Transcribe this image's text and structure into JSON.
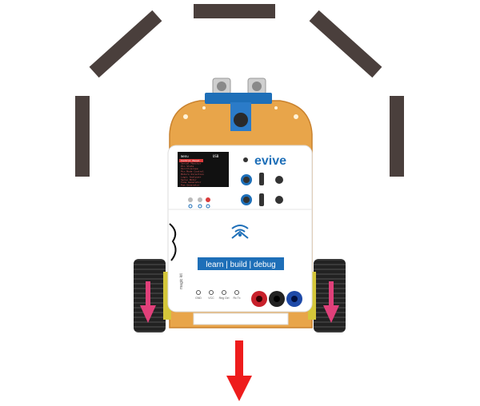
{
  "robot": {
    "brand": "evive",
    "tagline": [
      "learn",
      "build",
      "debug"
    ],
    "side_label": "magic kit",
    "screen": {
      "header_left": "menu",
      "header_right": "USB",
      "lines": [
        "Control Panel",
        "Serial Monitor",
        "Pin State",
        "Oscilloscope",
        "Pin Mode Control",
        "Motors Direction",
        "Logic Analyzer",
        "Servo Motor",
        "Tone Generator",
        "Pwm Generator"
      ]
    },
    "port_labels": [
      "GND",
      "VCC",
      "Reg Ctrl",
      "Rx Tx"
    ]
  },
  "colors": {
    "wall": "#4a3f3c",
    "chassis": "#e8a54a",
    "body": "#ffffff",
    "brand_blue": "#1e6fb8",
    "wheel_arrow": "#e0407a",
    "direction_arrow": "#ee1c1c"
  },
  "icons": {
    "logo": "evive-wifi-logo",
    "wheel_arrows": "arrow-down",
    "direction": "arrow-down"
  }
}
